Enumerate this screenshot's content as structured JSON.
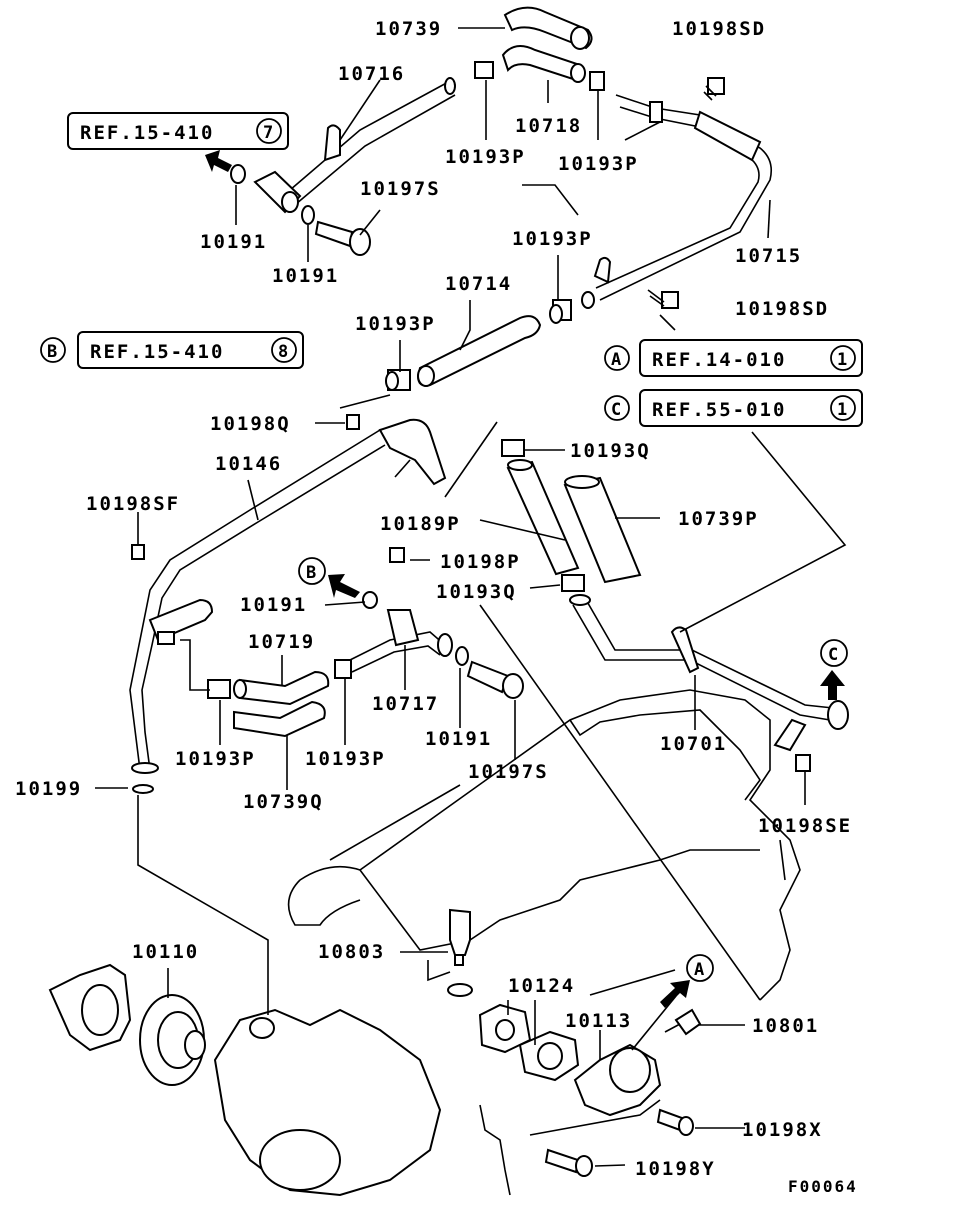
{
  "figure_code": "F00064",
  "references": [
    {
      "callout": "",
      "label": "REF.15-410",
      "num": "7"
    },
    {
      "callout": "B",
      "label": "REF.15-410",
      "num": "8"
    },
    {
      "callout": "A",
      "label": "REF.14-010",
      "num": "1"
    },
    {
      "callout": "C",
      "label": "REF.55-010",
      "num": "1"
    }
  ],
  "parts": [
    "10739",
    "10198SD",
    "10716",
    "10718",
    "10193P",
    "10193P",
    "10191",
    "10197S",
    "10191",
    "10193P",
    "10715",
    "10714",
    "10198SD",
    "10193P",
    "10198Q",
    "10193Q",
    "10146",
    "10189P",
    "10739P",
    "10198SF",
    "10198P",
    "10193Q",
    "10191",
    "10719",
    "10717",
    "10701",
    "10191",
    "10193P",
    "10193P",
    "10197S",
    "10199",
    "10739Q",
    "10198SE",
    "10110",
    "10803",
    "10124",
    "10113",
    "10801",
    "10198X",
    "10198Y"
  ],
  "callouts": [
    "B",
    "C",
    "A"
  ]
}
